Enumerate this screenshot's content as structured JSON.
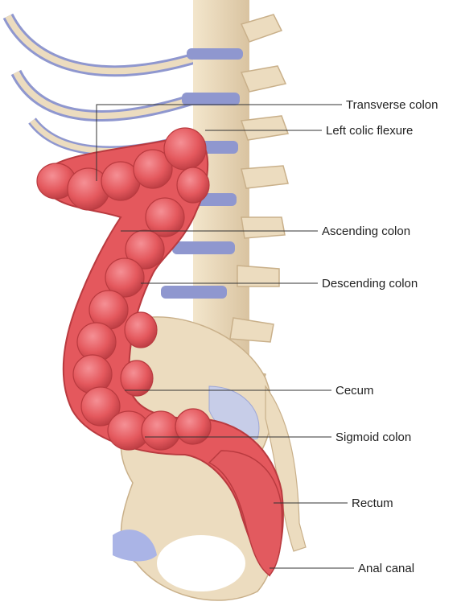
{
  "labels": {
    "transverse_colon": "Transverse colon",
    "left_colic_flexure": "Left colic flexure",
    "ascending_colon": "Ascending colon",
    "descending_colon": "Descending colon",
    "cecum": "Cecum",
    "sigmoid_colon": "Sigmoid colon",
    "rectum": "Rectum",
    "anal_canal": "Anal canal"
  },
  "colors": {
    "colon": "#e8555a",
    "colon_dark": "#b93a3f",
    "bone": "#ecdcbf",
    "bone_dark": "#c9b08a",
    "disc": "#8f97cf",
    "cartilage": "#aab4e6"
  }
}
